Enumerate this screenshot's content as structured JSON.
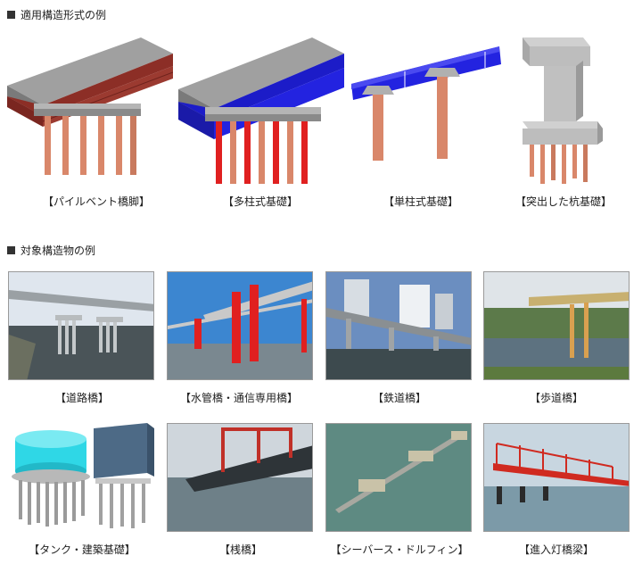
{
  "sections": {
    "structure_types": {
      "title": "適用構造形式の例",
      "items": [
        {
          "caption": "【パイルベント橋脚】"
        },
        {
          "caption": "【多柱式基礎】"
        },
        {
          "caption": "【単柱式基礎】"
        },
        {
          "caption": "【突出した杭基礎】"
        }
      ]
    },
    "target_structures": {
      "title": "対象構造物の例",
      "items": [
        {
          "caption": "【道路橋】"
        },
        {
          "caption": "【水管橋・通信専用橋】"
        },
        {
          "caption": "【鉄道橋】"
        },
        {
          "caption": "【歩道橋】"
        },
        {
          "caption": "【タンク・建築基礎】"
        },
        {
          "caption": "【桟橋】"
        },
        {
          "caption": "【シーバース・ドルフィン】"
        },
        {
          "caption": "【進入灯橋梁】"
        }
      ]
    }
  },
  "colors": {
    "pile": "#d9876a",
    "deck_gray": "#8e8e8e",
    "girder_red": "#9b3a30",
    "girder_blue": "#2323e0",
    "red_pile": "#e02020",
    "cyan_tank": "#2fd7e6"
  }
}
